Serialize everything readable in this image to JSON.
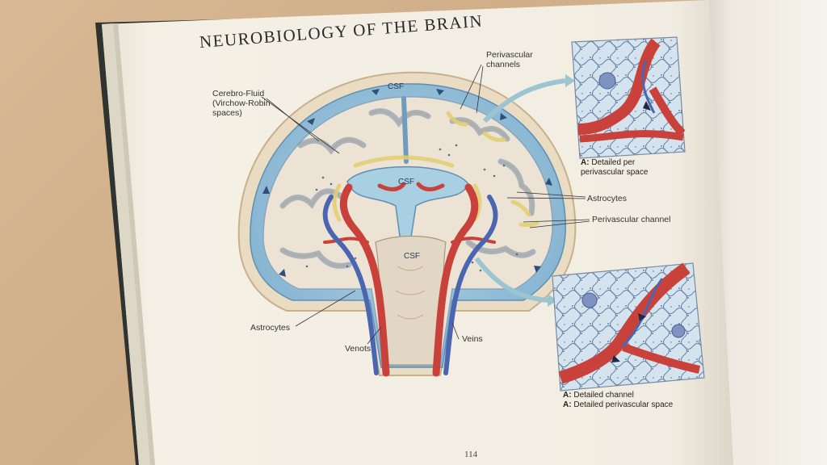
{
  "page": {
    "title": "NEUROBIOLOGY OF THE BRAIN",
    "page_number": "114"
  },
  "labels": {
    "perivascular_channels": [
      "Perivascular",
      "channels"
    ],
    "cerebro_fluid": [
      "Cerebro-Fluid",
      "(Virchow-Robin",
      "spaces)"
    ],
    "csf_top": "CSF",
    "csf_middle": "CSF",
    "csf_lower": "CSF",
    "astrocytes_right": "Astrocytes",
    "perivascular_channel_right": "Perivascular channel",
    "astrocytes_left": "Astrocytes",
    "venots": "Venots",
    "veins": "Veins"
  },
  "insets": {
    "top": {
      "caption_prefix": "A:",
      "caption_lines": [
        "Detailed per",
        "perivascular space"
      ]
    },
    "bottom": {
      "caption_line1_prefix": "A:",
      "caption_line1": "Detailed channel",
      "caption_line2_prefix": "A:",
      "caption_line2": "Detailed perivascular space"
    }
  },
  "colors": {
    "paper": "#f3efe4",
    "csf_blue": "#8fbcd6",
    "artery_red": "#c8413a",
    "vein_blue": "#4a66b0",
    "brain_tissue": "#ece3d4",
    "astrocyte_yellow": "#e9d98a"
  }
}
